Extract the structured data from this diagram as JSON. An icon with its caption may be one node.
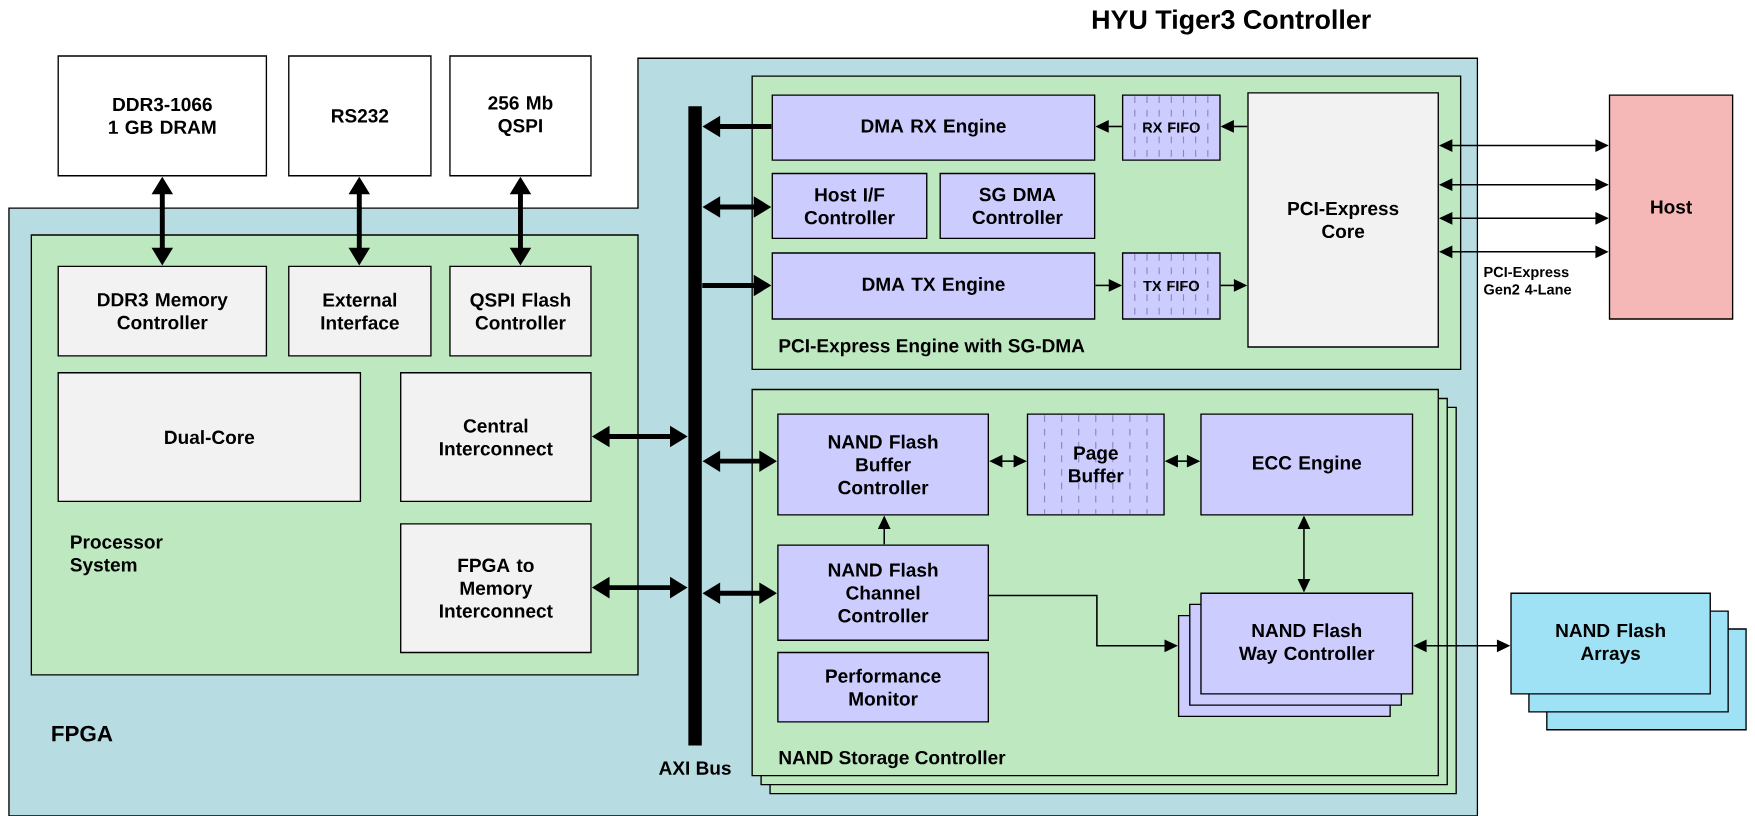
{
  "diagram": {
    "nodes": [
      {
        "text": [
          "HYU Tiger3 Controller",
          "FPGA"
        ]
      },
      {
        "text": [
          "DDR3-1066 1 GB DRAM"
        ]
      },
      {
        "text": [
          "RS232"
        ]
      },
      {
        "text": [
          "256 Mb QSPI"
        ]
      },
      {
        "text": [
          "Processor System"
        ],
        "in": 0
      },
      {
        "text": [
          "DDR3 Memory Controller"
        ],
        "in": 4
      },
      {
        "text": [
          "External Interface"
        ],
        "in": 4
      },
      {
        "text": [
          "QSPI Flash Controller"
        ],
        "in": 4
      },
      {
        "text": [
          "Dual-Core"
        ],
        "in": 4
      },
      {
        "text": [
          "Central Interconnect"
        ],
        "in": 4
      },
      {
        "text": [
          "FPGA to Memory Interconnect"
        ],
        "in": 4
      },
      {
        "text": [],
        "shape": "bar",
        "beside": [
          "AXI Bus"
        ],
        "in": 0
      },
      {
        "text": [
          "PCI-Express Engine with SG-DMA"
        ],
        "in": 0
      },
      {
        "text": [
          "DMA RX Engine"
        ],
        "in": 12
      },
      {
        "text": [
          "RX FIFO"
        ],
        "in": 12
      },
      {
        "text": [
          "PCI-Express Core"
        ],
        "in": 12
      },
      {
        "text": [
          "Host I/F Controller"
        ],
        "in": 12
      },
      {
        "text": [
          "SG DMA Controller"
        ],
        "in": 12
      },
      {
        "text": [
          "DMA TX Engine"
        ],
        "in": 12
      },
      {
        "text": [
          "TX FIFO"
        ],
        "in": 12
      },
      {
        "text": [
          "Host"
        ]
      },
      {
        "text": [
          "NAND Storage Controller"
        ],
        "in": 0
      },
      {
        "text": [
          "NAND Flash Buffer Controller"
        ],
        "in": 21
      },
      {
        "text": [
          "Page Buffer"
        ],
        "in": 21
      },
      {
        "text": [
          "ECC Engine"
        ],
        "in": 21
      },
      {
        "text": [
          "NAND Flash Channel Controller"
        ],
        "in": 21
      },
      {
        "text": [
          "NAND Flash Way Controller"
        ],
        "in": 21
      },
      {
        "text": [
          "Performance Monitor"
        ],
        "in": 21
      },
      {
        "text": [
          "NAND Flash Arrays"
        ]
      }
    ],
    "edges": [
      {
        "from": 1,
        "to": 5,
        "arrow": "both",
        "style": "thick"
      },
      {
        "from": 2,
        "to": 6,
        "arrow": "both",
        "style": "thick"
      },
      {
        "from": 3,
        "to": 7,
        "arrow": "both",
        "style": "thick"
      },
      {
        "from": 13,
        "to": 11,
        "arrow": "to",
        "style": "thick"
      },
      {
        "from": 14,
        "to": 13,
        "arrow": "to"
      },
      {
        "from": 15,
        "to": 14,
        "arrow": "to"
      },
      {
        "from": 11,
        "to": 16,
        "arrow": "both",
        "style": "thick"
      },
      {
        "from": 11,
        "to": 18,
        "arrow": "to",
        "style": "thick"
      },
      {
        "from": 18,
        "to": 19,
        "arrow": "to"
      },
      {
        "from": 19,
        "to": 15,
        "arrow": "to"
      },
      {
        "from": 15,
        "to": 20,
        "arrow": "both"
      },
      {
        "from": 15,
        "to": 20,
        "arrow": "both"
      },
      {
        "from": 15,
        "to": 20,
        "arrow": "both"
      },
      {
        "from": 15,
        "to": 20,
        "arrow": "both"
      },
      {
        "from": 9,
        "to": 11,
        "arrow": "both",
        "style": "thick"
      },
      {
        "from": 11,
        "to": 22,
        "arrow": "both",
        "style": "thick"
      },
      {
        "from": 22,
        "to": 23,
        "arrow": "both"
      },
      {
        "from": 23,
        "to": 24,
        "arrow": "both"
      },
      {
        "from": 25,
        "to": 22,
        "arrow": "to"
      },
      {
        "from": 24,
        "to": 26,
        "arrow": "both"
      },
      {
        "from": 10,
        "to": 11,
        "arrow": "both",
        "style": "thick"
      },
      {
        "from": 11,
        "to": 25,
        "arrow": "both",
        "style": "thick"
      },
      {
        "from": 25,
        "to": 26,
        "arrow": "to"
      },
      {
        "from": 26,
        "to": 28,
        "arrow": "both"
      }
    ],
    "labels": [
      "PCI-Express Gen2 4-Lane"
    ]
  }
}
